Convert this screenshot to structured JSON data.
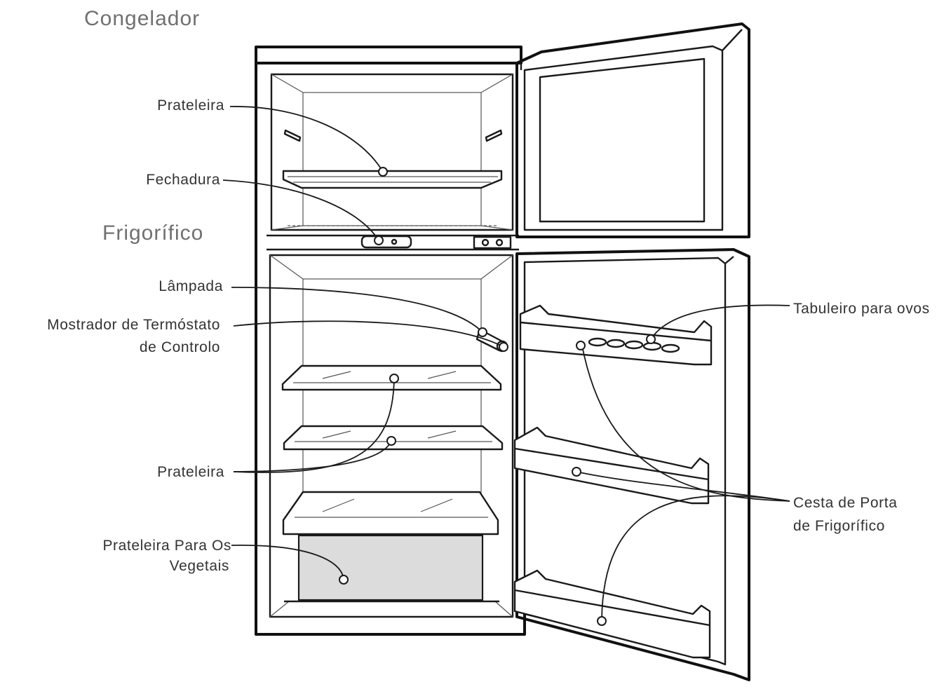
{
  "sections": {
    "freezer": "Congelador",
    "fridge": "Frigorífico"
  },
  "labels": {
    "freezer_shelf": "Prateleira",
    "lock": "Fechadura",
    "lamp": "Lâmpada",
    "thermostat_line1": "Mostrador de Termóstato",
    "thermostat_line2": "de Controlo",
    "fridge_shelf": "Prateleira",
    "vegetable_line1": "Prateleira Para Os",
    "vegetable_line2": "Vegetais",
    "egg_tray": "Tabuleiro para ovos",
    "door_basket_line1": "Cesta de Porta",
    "door_basket_line2": "de Frigorífico"
  }
}
